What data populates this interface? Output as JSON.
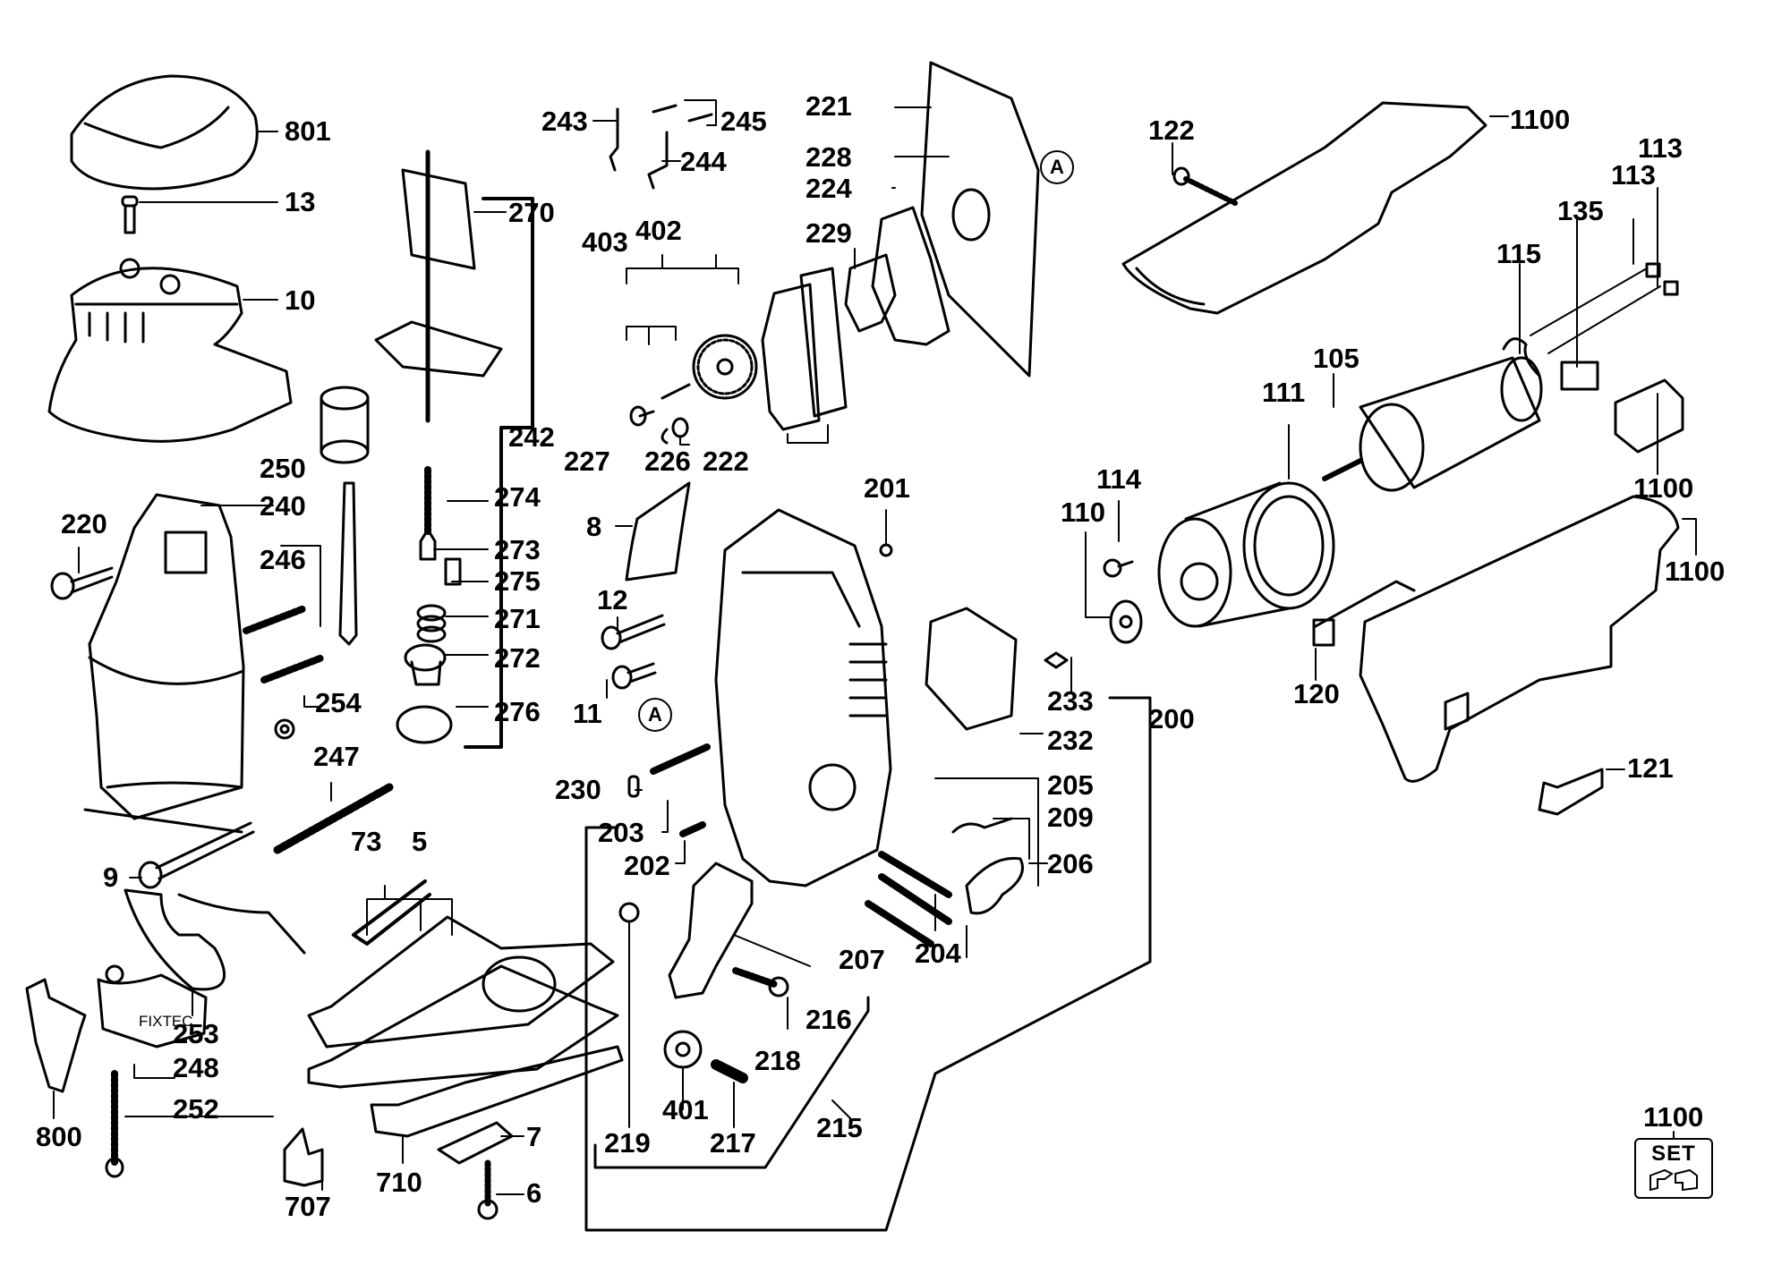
{
  "diagram": {
    "type": "exploded-parts-diagram",
    "subject": "jigsaw",
    "reference_marker": "A",
    "fixtec_label": "FIXTEC",
    "set_icon_text": "SET",
    "labels": {
      "p801": "801",
      "p13": "13",
      "p10": "10",
      "p250": "250",
      "p240": "240",
      "p220": "220",
      "p246": "246",
      "p254": "254",
      "p247": "247",
      "p9": "9",
      "p73": "73",
      "p5": "5",
      "p253": "253",
      "p248": "248",
      "p252": "252",
      "p800": "800",
      "p707": "707",
      "p710": "710",
      "p7": "7",
      "p6": "6",
      "p243": "243",
      "p245": "245",
      "p244": "244",
      "p270": "270",
      "p242": "242",
      "p274": "274",
      "p273": "273",
      "p275": "275",
      "p271": "271",
      "p272": "272",
      "p276": "276",
      "p403": "403",
      "p402": "402",
      "p227": "227",
      "p226": "226",
      "p222": "222",
      "p221": "221",
      "p228": "228",
      "p224": "224",
      "p229": "229",
      "p8": "8",
      "p12": "12",
      "p11": "11",
      "p201": "201",
      "p230": "230",
      "p203": "203",
      "p202": "202",
      "p233": "233",
      "p232": "232",
      "p200": "200",
      "p205": "205",
      "p209": "209",
      "p206": "206",
      "p207": "207",
      "p204": "204",
      "p216": "216",
      "p218": "218",
      "p219": "219",
      "p401": "401",
      "p217": "217",
      "p215": "215",
      "p122": "122",
      "p1100a": "1100",
      "p113a": "113",
      "p113b": "113",
      "p135": "135",
      "p115": "115",
      "p105": "105",
      "p111": "111",
      "p114": "114",
      "p110": "110",
      "p1100b": "1100",
      "p1100c": "1100",
      "p120": "120",
      "p121": "121",
      "p1100d": "1100"
    }
  }
}
